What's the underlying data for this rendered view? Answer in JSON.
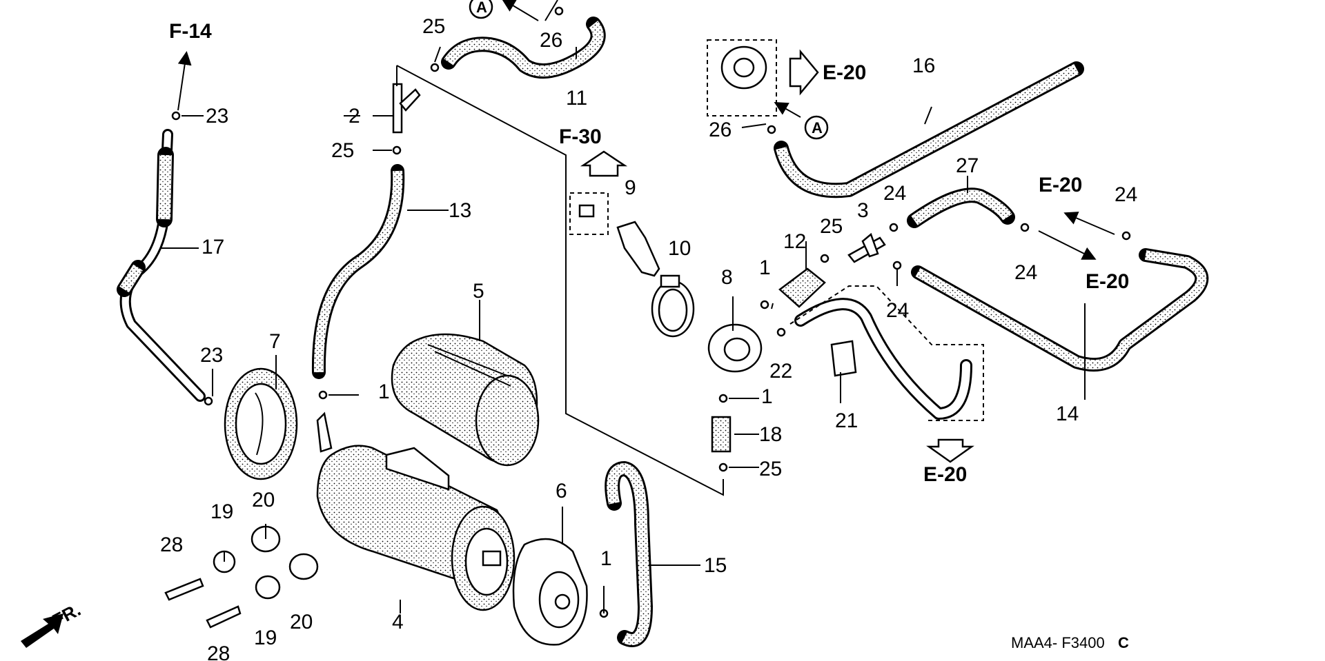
{
  "callouts": {
    "c1a": "1",
    "c1b": "1",
    "c1c": "1",
    "c1d": "1",
    "c2": "2",
    "c3": "3",
    "c4": "4",
    "c5": "5",
    "c6": "6",
    "c7": "7",
    "c8": "8",
    "c9": "9",
    "c10": "10",
    "c11": "11",
    "c12": "12",
    "c13": "13",
    "c14": "14",
    "c15": "15",
    "c16": "16",
    "c17": "17",
    "c18": "18",
    "c19a": "19",
    "c19b": "19",
    "c20a": "20",
    "c20b": "20",
    "c21": "21",
    "c22": "22",
    "c23a": "23",
    "c23b": "23",
    "c24a": "24",
    "c24b": "24",
    "c24c": "24",
    "c24d": "24",
    "c25a": "25",
    "c25b": "25",
    "c25c": "25",
    "c25d": "25",
    "c26a": "26",
    "c26b": "26",
    "c27": "27",
    "c28a": "28",
    "c28b": "28"
  },
  "references": {
    "f14": "F-14",
    "f30": "F-30",
    "e20_valve": "E-20",
    "e20_left": "E-20",
    "e20_right": "E-20",
    "e20_bottom": "E-20"
  },
  "markers": {
    "a_top": "A",
    "a_valve": "A"
  },
  "direction": {
    "front": "FR."
  },
  "diagram_code": {
    "code": "MAA4- F3400",
    "suffix": "C"
  }
}
